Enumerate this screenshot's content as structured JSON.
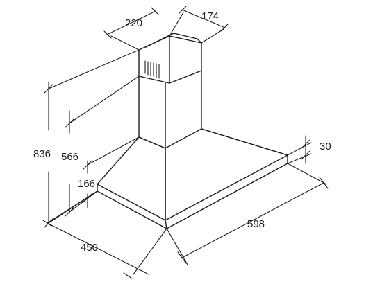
{
  "dimensions": {
    "top_depth": "220",
    "top_width": "174",
    "total_height_max": "836",
    "total_height_min": "566",
    "canopy_height": "166",
    "base_thickness": "30",
    "width": "598",
    "depth": "450"
  }
}
